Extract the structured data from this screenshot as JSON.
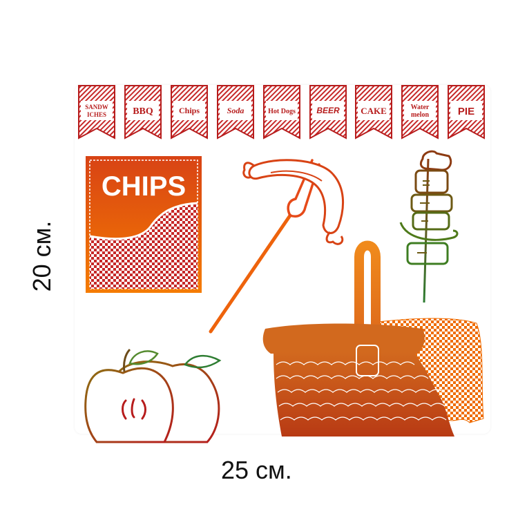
{
  "dimensions": {
    "width_label": "25 см.",
    "height_label": "20 см."
  },
  "flags": [
    {
      "label_line1": "SANDW",
      "label_line2": "ICHES"
    },
    {
      "label_line1": "BBQ",
      "label_line2": ""
    },
    {
      "label_line1": "Chips",
      "label_line2": ""
    },
    {
      "label_line1": "Soda",
      "label_line2": ""
    },
    {
      "label_line1": "Hot Dogs",
      "label_line2": ""
    },
    {
      "label_line1": "BEER",
      "label_line2": ""
    },
    {
      "label_line1": "CAKE",
      "label_line2": ""
    },
    {
      "label_line1": "Water",
      "label_line2": "melon"
    },
    {
      "label_line1": "PIE",
      "label_line2": ""
    }
  ],
  "chips_bag": {
    "label": "CHIPS"
  },
  "colors": {
    "red": "#b71c1c",
    "orange": "#ef6c00",
    "green": "#2e7d32",
    "brown": "#8d3b12"
  },
  "icons": [
    "hot-dog-on-fork-icon",
    "kebab-skewer-icon",
    "apple-icon",
    "picnic-basket-icon",
    "checkered-blanket-icon"
  ]
}
